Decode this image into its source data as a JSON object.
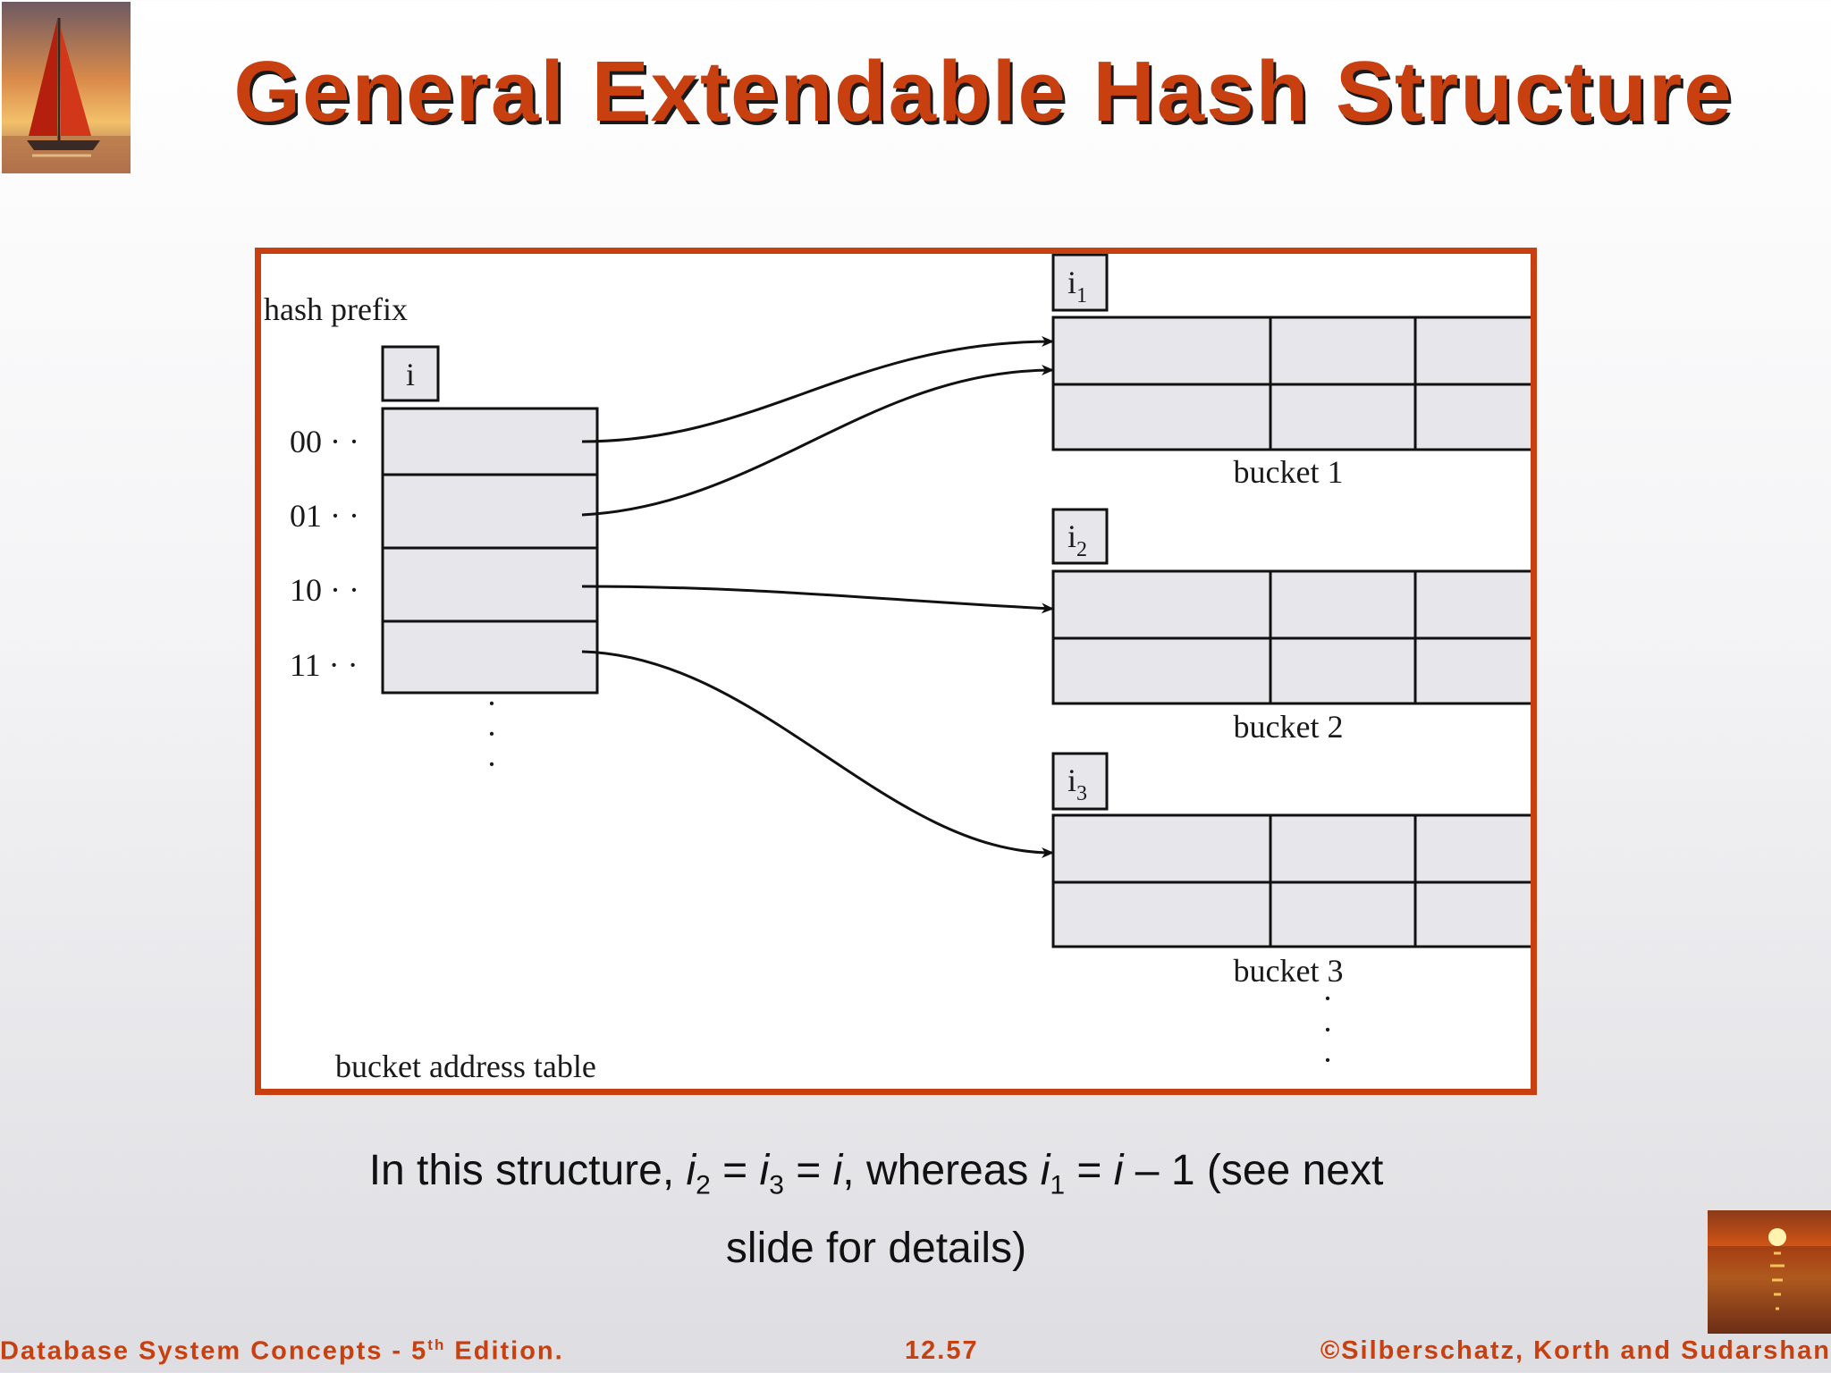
{
  "slide": {
    "title": "General Extendable Hash Structure",
    "accent_color": "#c8400f"
  },
  "diagram": {
    "hash_prefix_label": "hash prefix",
    "table_depth_label": "i",
    "prefixes": [
      "00 · ·",
      "01 · ·",
      "10 · ·",
      "11 · ·"
    ],
    "table_label": "bucket address table",
    "continuation": "·",
    "buckets": [
      {
        "depth_base": "i",
        "depth_sub": "1",
        "label": "bucket 1"
      },
      {
        "depth_base": "i",
        "depth_sub": "2",
        "label": "bucket 2"
      },
      {
        "depth_base": "i",
        "depth_sub": "3",
        "label": "bucket 3"
      }
    ],
    "pointers": [
      {
        "from_prefix": "00 · ·",
        "to_bucket": "bucket 1"
      },
      {
        "from_prefix": "01 · ·",
        "to_bucket": "bucket 1"
      },
      {
        "from_prefix": "10 · ·",
        "to_bucket": "bucket 2"
      },
      {
        "from_prefix": "11 · ·",
        "to_bucket": "bucket 3"
      }
    ]
  },
  "caption": {
    "part1": "In this structure, ",
    "v1": "i",
    "s1": "2",
    "part2": " = ",
    "v2": "i",
    "s2": "3",
    "part3": " = ",
    "v3": "i",
    "part4": ", whereas ",
    "v4": "i",
    "s4": "1",
    "part5": " = ",
    "v5": "i",
    "part6": " – 1 (see next",
    "line2": "slide for details)"
  },
  "footer": {
    "left_main": "Database System Concepts - 5",
    "left_sup": "th",
    "left_tail": " Edition.",
    "center": "12.57",
    "right": "©Silberschatz, Korth and Sudarshan"
  },
  "icons": {
    "top_left": "sailboat-sunset-image",
    "bottom_right": "ocean-sunset-image"
  }
}
